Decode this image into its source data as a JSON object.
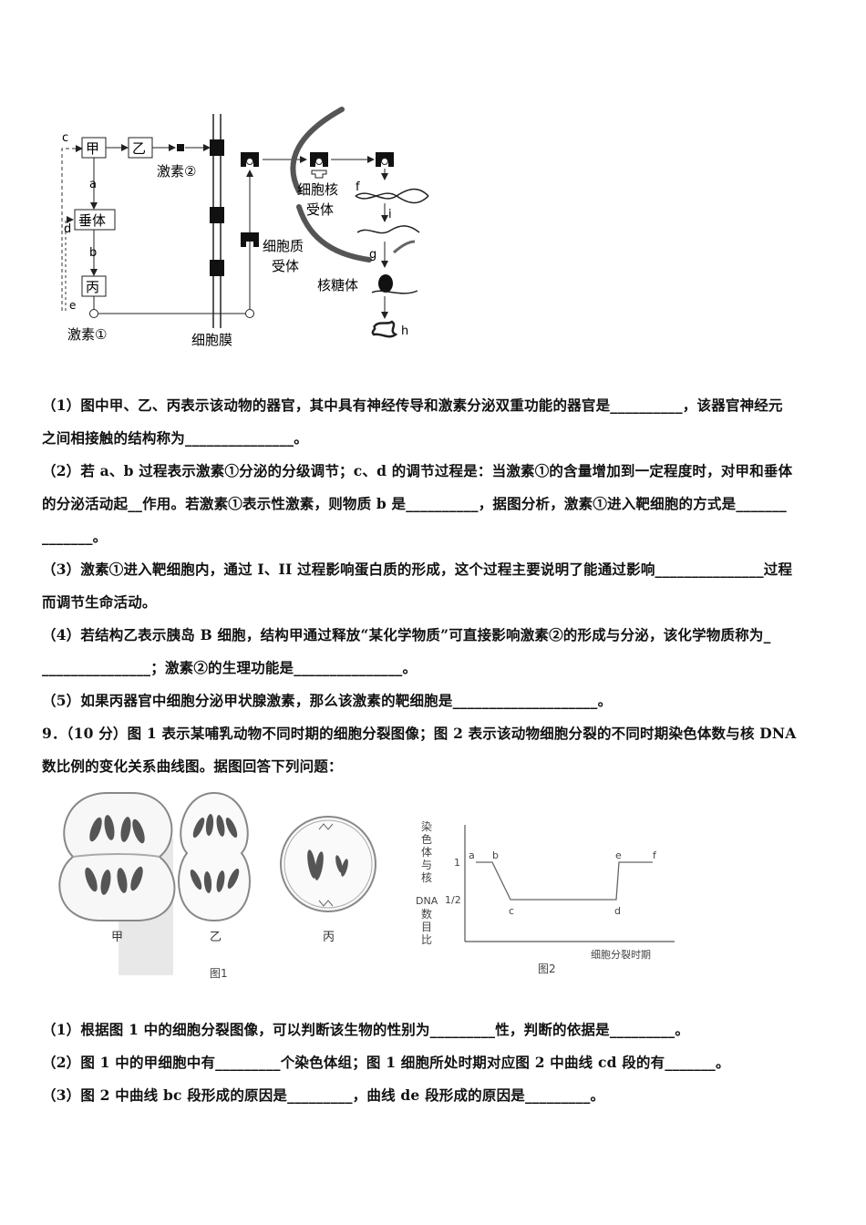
{
  "figure1": {
    "labels": {
      "c": "c",
      "jia": "甲",
      "yi": "乙",
      "hormone2": "激素②",
      "a": "a",
      "chuiti": "垂体",
      "d": "d",
      "b": "b",
      "bing": "丙",
      "e": "e",
      "hormone1": "激素①",
      "membrane": "细胞膜",
      "cytoplasm_receptor_1": "细胞质",
      "cytoplasm_receptor_2": "受体",
      "nuclear_receptor_1": "细胞核",
      "nuclear_receptor_2": "受体",
      "f": "f",
      "i": "i",
      "g": "g",
      "ribosome": "核糖体",
      "h": "h"
    }
  },
  "question8": {
    "p1_l1": "（1）图中甲、乙、丙表示该动物的器官，其中具有神经传导和激素分泌双重功能的器官是__________，该器官神经元",
    "p1_l2": "之间相接触的结构称为_______________。",
    "p2_l1": "（2）若 a、b 过程表示激素①分泌的分级调节；c、d 的调节过程是：当激素①的含量增加到一定程度时，对甲和垂体",
    "p2_l2": "的分泌活动起__作用。若激素①表示性激素，则物质 b 是__________，据图分析，激素①进入靶细胞的方式是_______",
    "p2_l3": "_______。",
    "p3_l1": "（3）激素①进入靶细胞内，通过 I、II 过程影响蛋白质的形成，这个过程主要说明了能通过影响_______________过程",
    "p3_l2": "而调节生命活动。",
    "p4_l1": "（4）若结构乙表示胰岛 B 细胞，结构甲通过释放“某化学物质”可直接影响激素②的形成与分泌，该化学物质称为_",
    "p4_l2": "_______________；激素②的生理功能是_______________。",
    "p5_l1": "（5）如果丙器官中细胞分泌甲状腺激素，那么该激素的靶细胞是____________________。"
  },
  "question9": {
    "stem_l1": "9．（10 分）图 1 表示某哺乳动物不同时期的细胞分裂图像；图 2 表示该动物细胞分裂的不同时期染色体数与核 DNA",
    "stem_l2": "数比例的变化关系曲线图。据图回答下列问题：",
    "fig1_labels": {
      "jia": "甲",
      "yi": "乙",
      "bing": "丙",
      "caption": "图1"
    },
    "fig2": {
      "ylabel_chars": [
        "染",
        "色",
        "体",
        "与",
        "核",
        "DNA",
        "数",
        "目",
        "比"
      ],
      "ytick_1": "1",
      "ytick_half": "1/2",
      "point_labels": [
        "a",
        "b",
        "c",
        "d",
        "e",
        "f"
      ],
      "xlabel": "细胞分裂时期",
      "caption": "图2"
    },
    "p1": "（1）根据图 1 中的细胞分裂图像，可以判断该生物的性别为_________性，判断的依据是_________。",
    "p2": "（2）图 1 中的甲细胞中有_________个染色体组；图 1 细胞所处时期对应图 2 中曲线 cd 段的有_______。",
    "p3": "（3）图 2 中曲线 bc 段形成的原因是_________，曲线 de 段形成的原因是_________。"
  },
  "chart_data": {
    "type": "line",
    "title": "",
    "xlabel": "细胞分裂时期",
    "ylabel": "染色体与核DNA数目比",
    "yticks": [
      "1",
      "1/2"
    ],
    "series": [
      {
        "points": [
          {
            "label": "a",
            "y": 1
          },
          {
            "label": "b",
            "y": 1
          },
          {
            "label": "c",
            "y": 0.5
          },
          {
            "label": "d",
            "y": 0.5
          },
          {
            "label": "e",
            "y": 1
          },
          {
            "label": "f",
            "y": 1
          }
        ]
      }
    ]
  }
}
